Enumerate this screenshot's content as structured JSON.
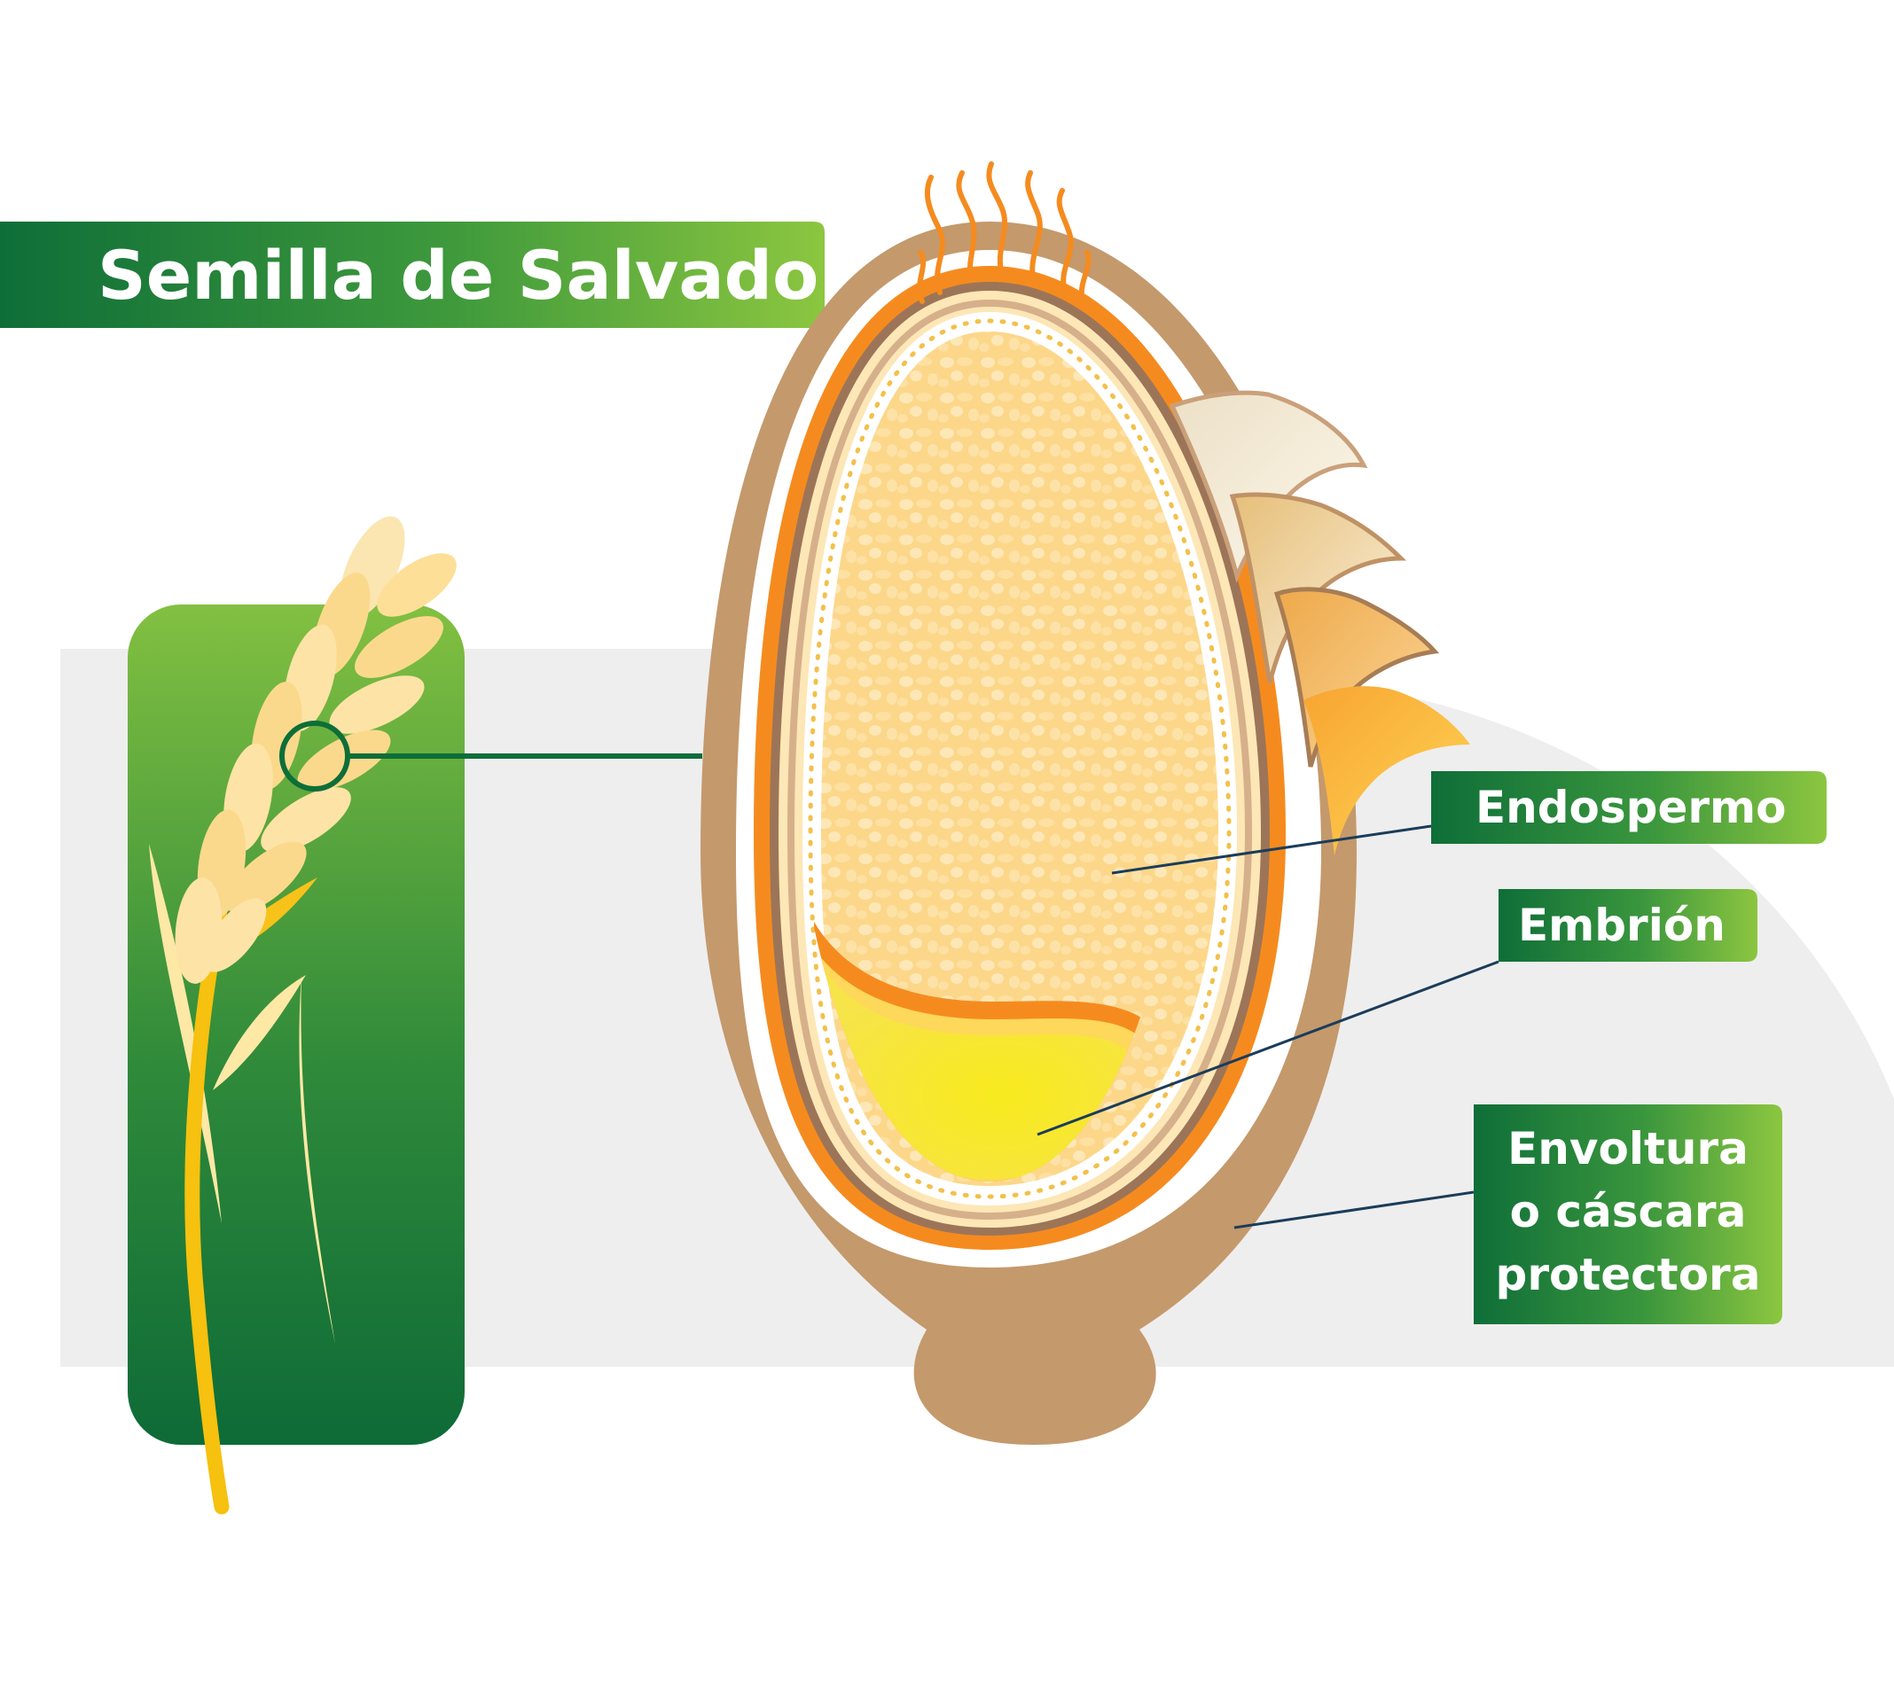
{
  "title": "Semilla de Salvado",
  "labels": {
    "endosperm": "Endospermo",
    "embryo": "Embrión",
    "husk_line1": "Envoltura",
    "husk_line2": "o cáscara",
    "husk_line3": "protectora"
  },
  "colors": {
    "green_dark": "#0e6e38",
    "green_light": "#8cc640",
    "husk": "#c4996c",
    "endosperm": "#fcd98a",
    "embryo": "#f6e41e",
    "orange": "#f58b1f",
    "background_band": "#eeeeee",
    "leader_line": "#1b3c5a"
  }
}
